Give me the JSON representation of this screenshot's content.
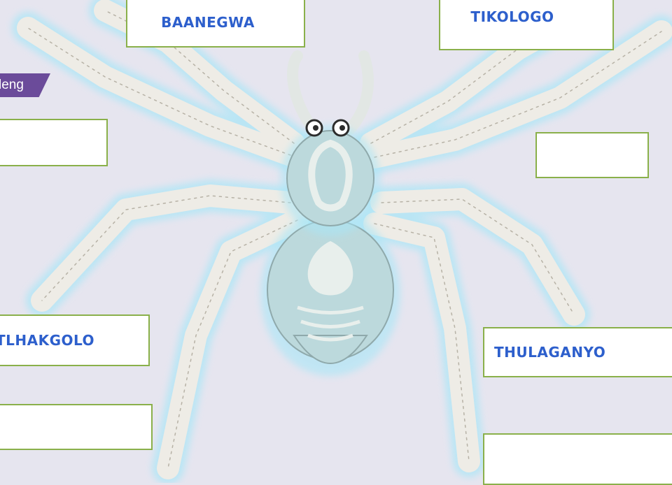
{
  "labels": {
    "baanegwa": "BAANEGWA",
    "tikologo": "TIKOLOGO",
    "tlhakgolo": "TLHAKGOLO",
    "thulaganyo": "THULAGANYO",
    "left_top": "",
    "right_top": "",
    "left_bottom": "",
    "right_bottom": ""
  },
  "tag": {
    "text": "leng"
  },
  "colors": {
    "background": "#e6e5ef",
    "label_text": "#2d5fcc",
    "box_border": "#8ab04a",
    "tag": "#6b4b9a",
    "spider_body": "#bcd9dc",
    "spider_leg": "#eeece6"
  }
}
